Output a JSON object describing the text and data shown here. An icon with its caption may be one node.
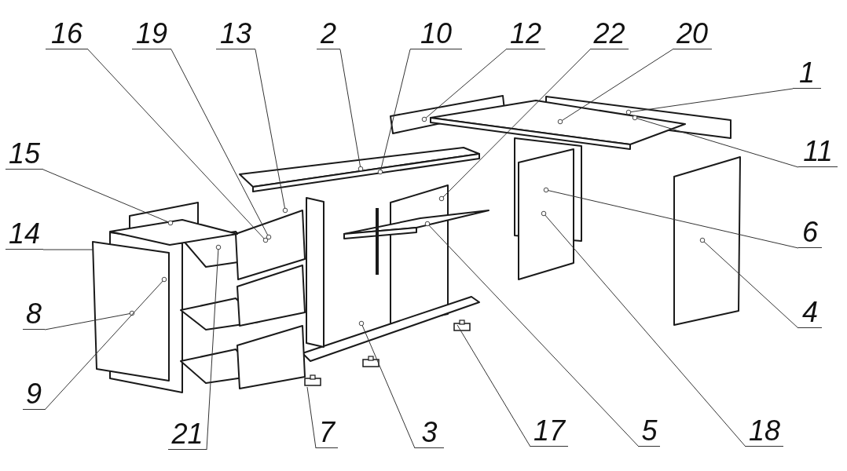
{
  "diagram": {
    "nodes": [
      {
        "text": [
          "16"
        ]
      },
      {
        "text": [
          "19"
        ]
      },
      {
        "text": [
          "13"
        ]
      },
      {
        "text": [
          "2"
        ]
      },
      {
        "text": [
          "10"
        ]
      },
      {
        "text": [
          "12"
        ]
      },
      {
        "text": [
          "22"
        ]
      },
      {
        "text": [
          "20"
        ]
      },
      {
        "text": [
          "1"
        ]
      },
      {
        "text": [
          "15"
        ]
      },
      {
        "text": [
          "11"
        ]
      },
      {
        "text": [
          "14"
        ]
      },
      {
        "text": [
          "6"
        ]
      },
      {
        "text": [
          "8"
        ]
      },
      {
        "text": [
          "4"
        ]
      },
      {
        "text": [
          "9"
        ]
      },
      {
        "text": [
          "21"
        ]
      },
      {
        "text": [
          "7"
        ]
      },
      {
        "text": [
          "3"
        ]
      },
      {
        "text": [
          "17"
        ]
      },
      {
        "text": [
          "5"
        ]
      },
      {
        "text": [
          "18"
        ]
      }
    ],
    "edges": [
      {
        "from": 0,
        "to": null,
        "arrow": "other"
      },
      {
        "from": 1,
        "to": null,
        "arrow": "other"
      },
      {
        "from": 2,
        "to": null,
        "arrow": "other"
      },
      {
        "from": 3,
        "to": null,
        "arrow": "other"
      },
      {
        "from": 4,
        "to": null,
        "arrow": "other"
      },
      {
        "from": 5,
        "to": null,
        "arrow": "other"
      },
      {
        "from": 6,
        "to": null,
        "arrow": "other"
      },
      {
        "from": 7,
        "to": null,
        "arrow": "other"
      },
      {
        "from": 8,
        "to": null,
        "arrow": "other"
      },
      {
        "from": 9,
        "to": null,
        "arrow": "other"
      },
      {
        "from": 10,
        "to": null,
        "arrow": "other"
      },
      {
        "from": 11,
        "to": null,
        "arrow": "none"
      },
      {
        "from": 12,
        "to": null,
        "arrow": "other"
      },
      {
        "from": 13,
        "to": null,
        "arrow": "other"
      },
      {
        "from": 14,
        "to": null,
        "arrow": "other"
      },
      {
        "from": 15,
        "to": null,
        "arrow": "other"
      },
      {
        "from": 16,
        "to": null,
        "arrow": "other"
      },
      {
        "from": 17,
        "to": null,
        "arrow": "none"
      },
      {
        "from": 18,
        "to": null,
        "arrow": "other"
      },
      {
        "from": 19,
        "to": null,
        "arrow": "none"
      },
      {
        "from": 20,
        "to": null,
        "arrow": "other"
      },
      {
        "from": 21,
        "to": null,
        "arrow": "other"
      }
    ]
  }
}
